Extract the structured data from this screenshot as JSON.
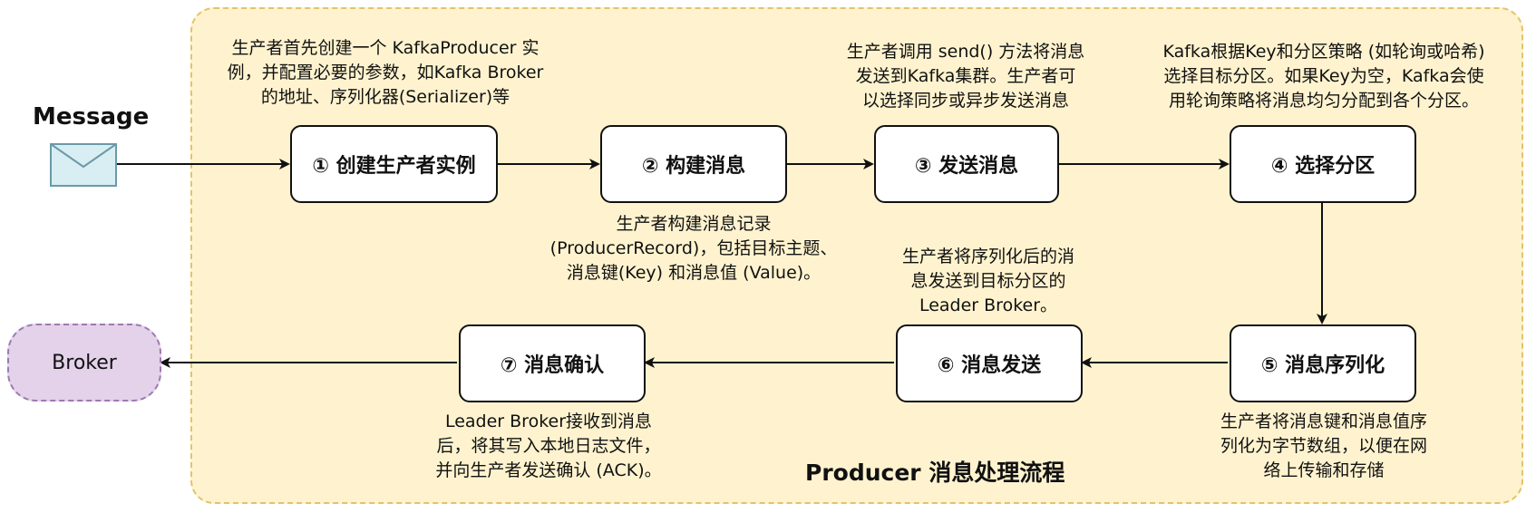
{
  "message_label": "Message",
  "broker_label": "Broker",
  "title": "Producer 消息处理流程",
  "colors": {
    "container_bg": "#fff3cf",
    "container_border": "#e3c36a",
    "broker_bg": "#e3d2ea",
    "envelope_bg": "#d9eef3"
  },
  "icons": {
    "message": "envelope-icon"
  },
  "steps": [
    {
      "label": "① 创建生产者实例",
      "note": [
        "生产者首先创建一个 KafkaProducer 实",
        "例，并配置必要的参数，如Kafka Broker",
        "的地址、序列化器(Serializer)等"
      ]
    },
    {
      "label": "② 构建消息",
      "note": [
        "生产者构建消息记录",
        "(ProducerRecord)，包括目标主题、",
        "消息键(Key) 和消息值 (Value)。"
      ]
    },
    {
      "label": "③ 发送消息",
      "note": [
        "生产者调用 send() 方法将消息",
        "发送到Kafka集群。生产者可",
        "以选择同步或异步发送消息"
      ]
    },
    {
      "label": "④ 选择分区",
      "note": [
        "Kafka根据Key和分区策略 (如轮询或哈希)",
        "选择目标分区。如果Key为空，Kafka会使",
        "用轮询策略将消息均匀分配到各个分区。"
      ]
    },
    {
      "label": "⑤ 消息序列化",
      "note": [
        "生产者将消息键和消息值序",
        "列化为字节数组，以便在网",
        "络上传输和存储"
      ]
    },
    {
      "label": "⑥ 消息发送",
      "note": [
        "生产者将序列化后的消",
        "息发送到目标分区的",
        "Leader Broker。"
      ]
    },
    {
      "label": "⑦ 消息确认",
      "note": [
        "Leader Broker接收到消息",
        "后，将其写入本地日志文件，",
        "并向生产者发送确认 (ACK)。"
      ]
    }
  ]
}
